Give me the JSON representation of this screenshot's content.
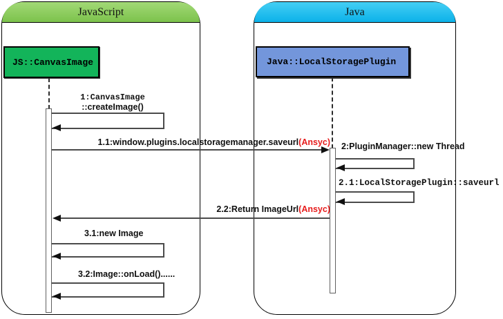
{
  "diagram": {
    "type": "uml-sequence",
    "lanes": [
      {
        "title": "JavaScript",
        "header_gradient_top": "#a2d976",
        "header_gradient_bottom": "#7cc24c"
      },
      {
        "title": "Java",
        "header_gradient_top": "#44cff4",
        "header_gradient_bottom": "#0cb2e9"
      }
    ],
    "objects": [
      {
        "label": "JS::CanvasImage",
        "fill": "#13b45a",
        "lane": "JavaScript"
      },
      {
        "label": "Java::LocalStoragePlugin",
        "fill": "#7396db",
        "lane": "Java"
      }
    ],
    "messages": {
      "m1": {
        "line1": "1:CanvasImage",
        "line2": "::createImage()",
        "kind": "self",
        "on": "JS::CanvasImage"
      },
      "m1_1": {
        "text": "1.1:window.plugins.localstoragemanager.saveurl",
        "suffix": "(Ansyc)",
        "kind": "call",
        "from": "JS::CanvasImage",
        "to": "Java::LocalStoragePlugin"
      },
      "m2": {
        "text": "2:PluginManager::new Thread",
        "kind": "self",
        "on": "Java::LocalStoragePlugin"
      },
      "m2_1": {
        "text": "2.1:LocalStoragePlugin::saveurl",
        "kind": "self",
        "on": "Java::LocalStoragePlugin"
      },
      "m2_2": {
        "text": "2.2:Return ImageUrl",
        "suffix": "(Ansyc)",
        "kind": "return",
        "from": "Java::LocalStoragePlugin",
        "to": "JS::CanvasImage"
      },
      "m3_1": {
        "text": "3.1:new Image",
        "kind": "self",
        "on": "JS::CanvasImage"
      },
      "m3_2": {
        "text": "3.2:Image::onLoad()......",
        "kind": "self",
        "on": "JS::CanvasImage"
      }
    },
    "colors": {
      "async_suffix_red": "#e71c1c",
      "message_line": "#4a4a4a",
      "arrowhead": "#101010",
      "border": "#000000",
      "background": "#ffffff"
    }
  }
}
